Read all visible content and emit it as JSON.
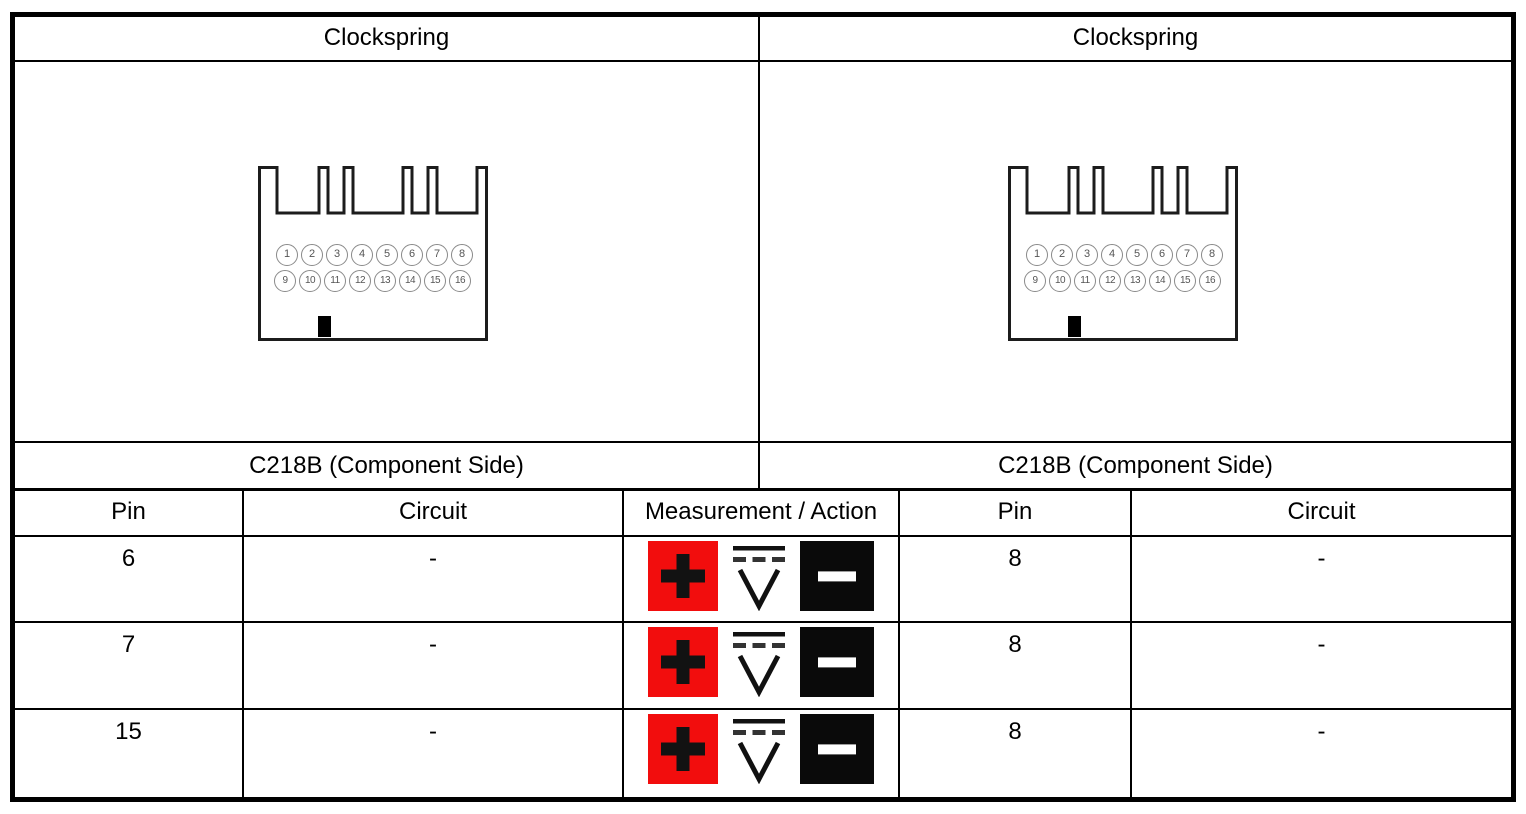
{
  "panels": [
    {
      "title": "Clockspring",
      "connector_label": "C218B (Component Side)",
      "pins_row1": [
        "1",
        "2",
        "3",
        "4",
        "5",
        "6",
        "7",
        "8"
      ],
      "pins_row2": [
        "9",
        "10",
        "11",
        "12",
        "13",
        "14",
        "15",
        "16"
      ]
    },
    {
      "title": "Clockspring",
      "connector_label": "C218B (Component Side)",
      "pins_row1": [
        "1",
        "2",
        "3",
        "4",
        "5",
        "6",
        "7",
        "8"
      ],
      "pins_row2": [
        "9",
        "10",
        "11",
        "12",
        "13",
        "14",
        "15",
        "16"
      ]
    }
  ],
  "table": {
    "headers": {
      "pin_left": "Pin",
      "circuit_left": "Circuit",
      "measurement": "Measurement / Action",
      "pin_right": "Pin",
      "circuit_right": "Circuit"
    },
    "rows": [
      {
        "pin_left": "6",
        "circuit_left": "-",
        "measurement": "dc-voltage-measurement",
        "pin_right": "8",
        "circuit_right": "-"
      },
      {
        "pin_left": "7",
        "circuit_left": "-",
        "measurement": "dc-voltage-measurement",
        "pin_right": "8",
        "circuit_right": "-"
      },
      {
        "pin_left": "15",
        "circuit_left": "-",
        "measurement": "dc-voltage-measurement",
        "pin_right": "8",
        "circuit_right": "-"
      }
    ]
  },
  "measurement_icons": {
    "positive_probe": "+",
    "dc_voltmeter": "V",
    "negative_probe": "−"
  },
  "colors": {
    "positive_probe": "#f20d0d",
    "negative_probe": "#0a0a0a",
    "border": "#000000"
  }
}
